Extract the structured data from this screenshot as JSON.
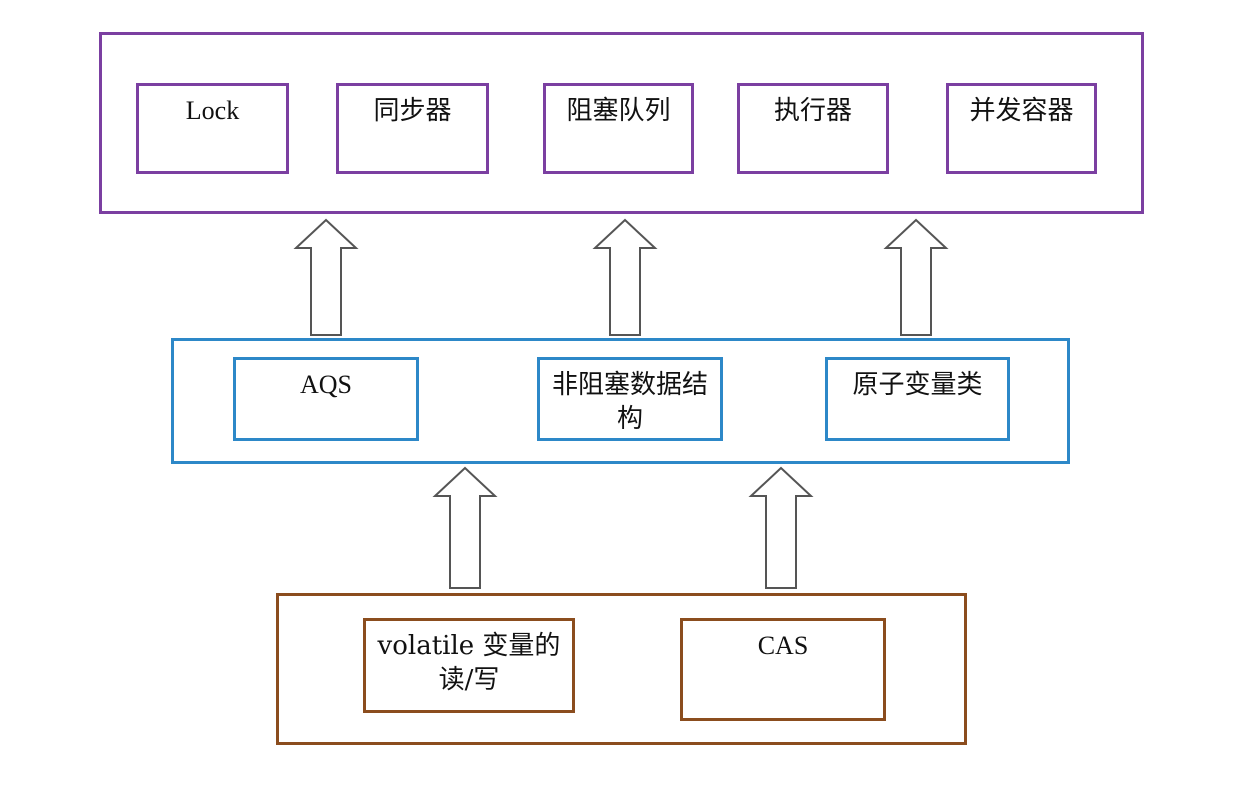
{
  "top_layer": {
    "boxes": [
      {
        "label": "Lock"
      },
      {
        "label": "同步器"
      },
      {
        "label": "阻塞队列"
      },
      {
        "label": "执行器"
      },
      {
        "label": "并发容器"
      }
    ]
  },
  "middle_layer": {
    "boxes": [
      {
        "label": "AQS"
      },
      {
        "label": "非阻塞数据结构"
      },
      {
        "label": "原子变量类"
      }
    ]
  },
  "bottom_layer": {
    "boxes": [
      {
        "label": "volatile 变量的读/写"
      },
      {
        "label": "CAS"
      }
    ]
  },
  "colors": {
    "top_border": "#7b3fa1",
    "middle_border": "#2d88c8",
    "bottom_border": "#8b4d1e",
    "arrow_stroke": "#555555"
  }
}
